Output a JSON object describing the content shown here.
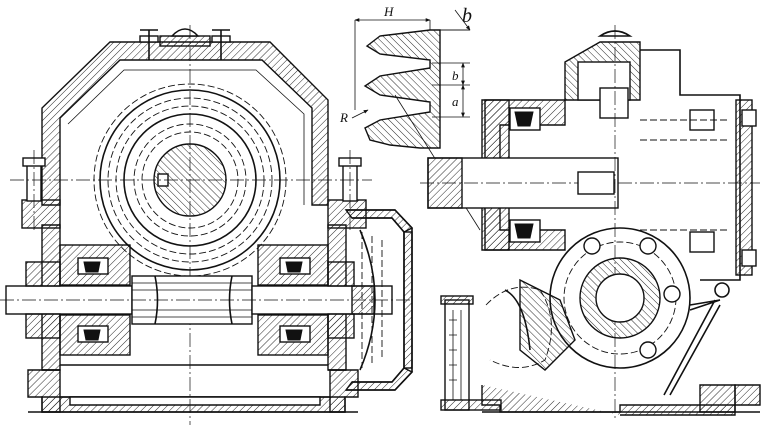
{
  "labels": {
    "H": "H",
    "b_top": "b",
    "b_side": "b",
    "a": "a",
    "R": "R"
  }
}
